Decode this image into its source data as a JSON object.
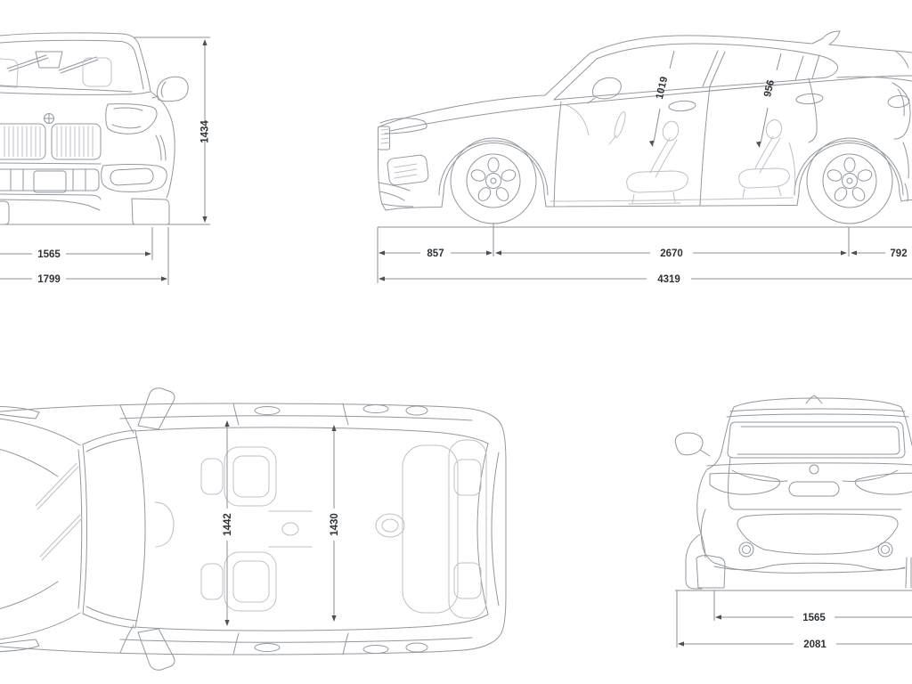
{
  "diagram": {
    "type": "vehicle-dimensions-blueprint",
    "colors": {
      "background": "#ffffff",
      "car_line": "#9298a0",
      "interior_line": "#bcc1c7",
      "dimension_line": "#8a9097",
      "arrow": "#4a5057",
      "text": "#2e3338"
    },
    "views": {
      "front": {
        "dims": {
          "overall_height": "1434",
          "front_track": "1565",
          "overall_width": "1799"
        }
      },
      "side": {
        "dims": {
          "front_headroom": "1019",
          "rear_headroom": "956",
          "front_overhang": "857",
          "wheelbase": "2670",
          "rear_overhang": "792",
          "overall_length": "4319"
        }
      },
      "top": {
        "dims": {
          "front_interior_width": "1442",
          "rear_interior_width": "1430"
        }
      },
      "rear": {
        "dims": {
          "rear_track": "1565",
          "width_incl_mirrors": "2081"
        }
      }
    }
  }
}
